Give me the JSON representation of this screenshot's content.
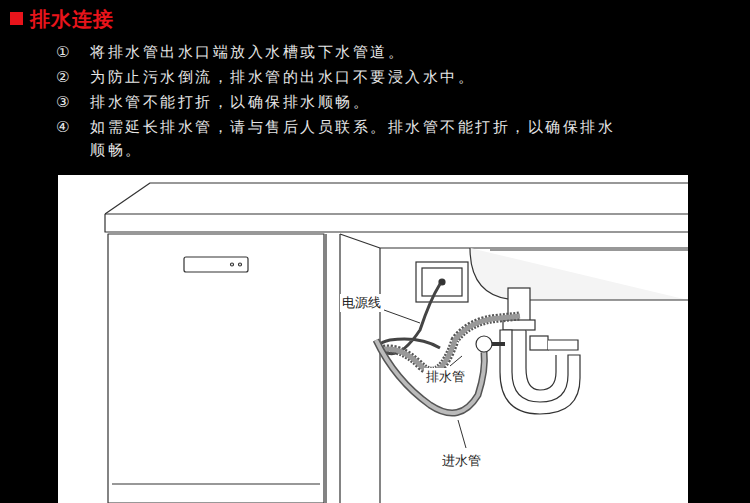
{
  "diagram": {
    "title": "排水连接",
    "labels": [
      "①",
      "将排水管出水口端放入水槽或下水管道。",
      "②",
      "为防止污水倒流，排水管的出水口不要浸入水中。",
      "③",
      "排水管不能打折，以确保排水顺畅。",
      "④",
      "如需延长排水管，请与售后人员联系。排水管不能打折，以确保排水 顺畅。",
      "电源线",
      "排水管",
      "进水管"
    ]
  }
}
